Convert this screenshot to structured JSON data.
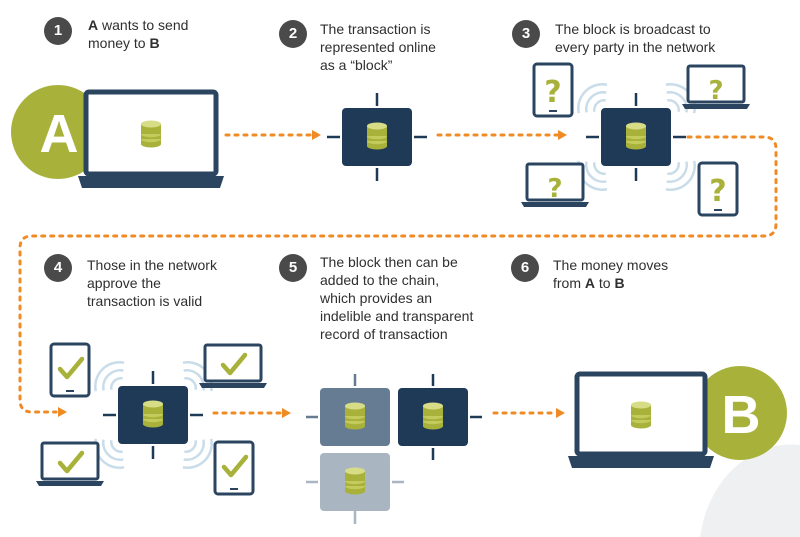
{
  "colors": {
    "accent_olive": "#a8b23a",
    "block_navy": "#1f3a56",
    "block_slate": "#657c93",
    "block_light": "#a9b6c2",
    "device_navy": "#2b4560",
    "arrow_orange": "#f08a24",
    "badge_gray": "#4a4a4a",
    "wave_blue": "#c9dce9"
  },
  "steps": [
    {
      "number": "1",
      "lines": [
        {
          "pre": "",
          "bold": "A",
          "post": " wants to send"
        },
        {
          "pre": "money to ",
          "bold": "B",
          "post": ""
        }
      ]
    },
    {
      "number": "2",
      "lines": [
        {
          "pre": "The transaction is",
          "bold": "",
          "post": ""
        },
        {
          "pre": "represented online",
          "bold": "",
          "post": ""
        },
        {
          "pre": "as a “block”",
          "bold": "",
          "post": ""
        }
      ]
    },
    {
      "number": "3",
      "lines": [
        {
          "pre": "The block is broadcast to",
          "bold": "",
          "post": ""
        },
        {
          "pre": "every party in the network",
          "bold": "",
          "post": ""
        }
      ]
    },
    {
      "number": "4",
      "lines": [
        {
          "pre": "Those in the network",
          "bold": "",
          "post": ""
        },
        {
          "pre": "approve the",
          "bold": "",
          "post": ""
        },
        {
          "pre": "transaction is valid",
          "bold": "",
          "post": ""
        }
      ]
    },
    {
      "number": "5",
      "lines": [
        {
          "pre": "The block then can be",
          "bold": "",
          "post": ""
        },
        {
          "pre": "added to the chain,",
          "bold": "",
          "post": ""
        },
        {
          "pre": "which provides an",
          "bold": "",
          "post": ""
        },
        {
          "pre": "indelible and transparent",
          "bold": "",
          "post": ""
        },
        {
          "pre": "record of transaction",
          "bold": "",
          "post": ""
        }
      ]
    },
    {
      "number": "6",
      "lines": [
        {
          "pre": "The money moves",
          "bold": "",
          "post": ""
        },
        {
          "pre": "from ",
          "bold": "A",
          "post": " to ",
          "bold2": "B"
        }
      ]
    }
  ],
  "parties": {
    "sender": "A",
    "receiver": "B"
  },
  "icons": {
    "question_mark": "?",
    "broadcast_devices": [
      "tablet-question-icon",
      "laptop-question-icon",
      "laptop-question-icon",
      "tablet-question-icon"
    ],
    "approve_devices": [
      "tablet-check-icon",
      "laptop-check-icon",
      "laptop-check-icon",
      "tablet-check-icon"
    ]
  }
}
